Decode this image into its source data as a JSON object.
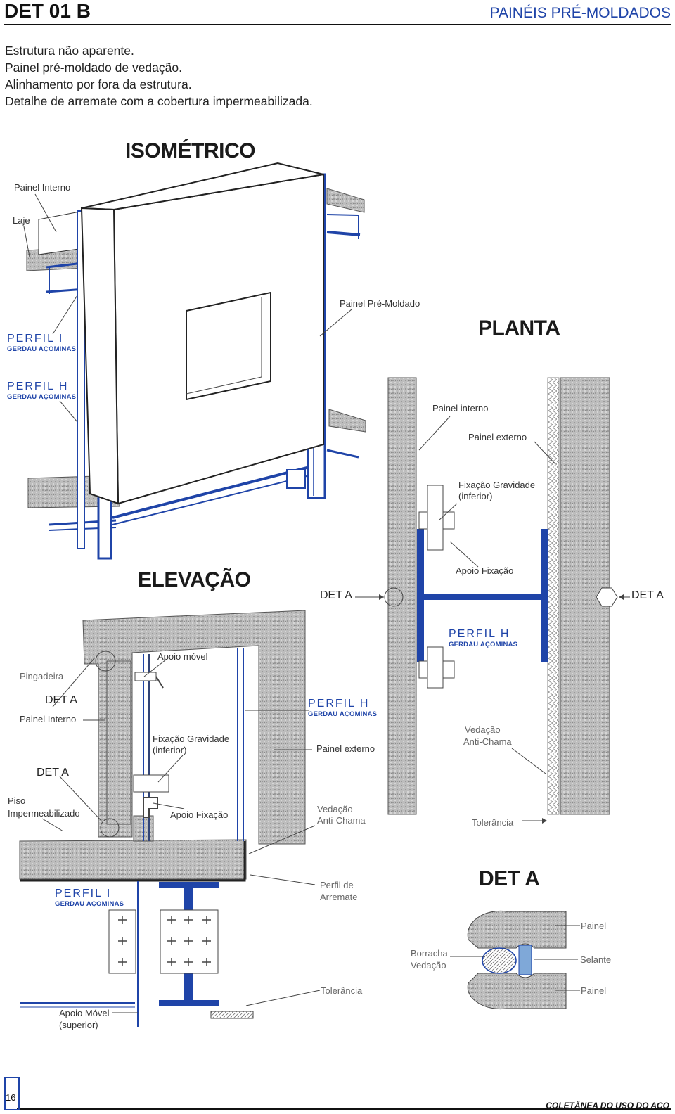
{
  "header": {
    "code": "DET 01 B",
    "title": "PAINÉIS PRÉ-MOLDADOS"
  },
  "description": [
    "Estrutura não aparente.",
    "Painel pré-moldado de vedação.",
    "Alinhamento por fora da estrutura.",
    "Detalhe de arremate com a cobertura impermeabilizada."
  ],
  "isometrico": {
    "title": "ISOMÉTRICO",
    "labels": {
      "painel_interno": "Painel Interno",
      "laje": "Laje",
      "painel_pre_moldado": "Painel Pré-Moldado"
    },
    "perfil_i": {
      "name": "PERFIL I",
      "brand": "GERDAU AÇOMINAS"
    },
    "perfil_h": {
      "name": "PERFIL H",
      "brand": "GERDAU AÇOMINAS"
    }
  },
  "planta": {
    "title": "PLANTA",
    "labels": {
      "painel_interno": "Painel interno",
      "painel_externo": "Painel externo",
      "fixacao_1": "Fixação Gravidade",
      "fixacao_2": "(inferior)",
      "apoio_fixacao": "Apoio Fixação",
      "det_a_left": "DET A",
      "det_a_right": "DET A",
      "vedacao_1": "Vedação",
      "vedacao_2": "Anti-Chama",
      "tolerancia": "Tolerância"
    },
    "perfil_h": {
      "name": "PERFIL H",
      "brand": "GERDAU AÇOMINAS"
    }
  },
  "elevacao": {
    "title": "ELEVAÇÃO",
    "labels": {
      "pingadeira": "Pingadeira",
      "apoio_movel": "Apoio móvel",
      "det_a_1": "DET A",
      "painel_interno": "Painel Interno",
      "fixacao_1": "Fixação Gravidade",
      "fixacao_2": "(inferior)",
      "painel_externo": "Painel externo",
      "det_a_2": "DET A",
      "piso_1": "Piso",
      "piso_2": "Impermeabilizado",
      "apoio_fixacao": "Apoio Fixação",
      "vedacao_1": "Vedação",
      "vedacao_2": "Anti-Chama",
      "perfil_arremate_1": "Perfil de",
      "perfil_arremate_2": "Arremate",
      "tolerancia": "Tolerância",
      "apoio_movel_sup_1": "Apoio Móvel",
      "apoio_movel_sup_2": "(superior)"
    },
    "perfil_h": {
      "name": "PERFIL H",
      "brand": "GERDAU AÇOMINAS"
    },
    "perfil_i": {
      "name": "PERFIL I",
      "brand": "GERDAU AÇOMINAS"
    }
  },
  "det_a": {
    "title": "DET A",
    "labels": {
      "painel_top": "Painel",
      "borracha_1": "Borracha",
      "borracha_2": "Vedação",
      "selante": "Selante",
      "painel_bottom": "Painel"
    }
  },
  "footer": {
    "page": "16",
    "text": "COLETÂNEA DO USO DO AÇO"
  },
  "colors": {
    "accent": "#1f44a8",
    "concrete": "#b9b9b9",
    "steel": "#1f44a8",
    "sealant": "#7fa8d8"
  }
}
